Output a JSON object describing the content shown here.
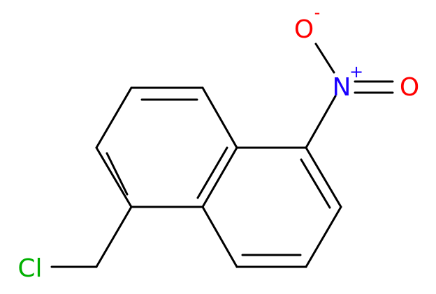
{
  "molecule": {
    "atoms": {
      "chlorine": {
        "label": "Cl",
        "color": "#00b000"
      },
      "nitrogen": {
        "label": "N",
        "charge": "+",
        "color": "#1a00ff"
      },
      "oxygen_top": {
        "label": "O",
        "charge": "-",
        "color": "#ff0000"
      },
      "oxygen_right": {
        "label": "O",
        "color": "#ff0000"
      }
    },
    "bond_color": "#000000",
    "background": "#ffffff"
  }
}
